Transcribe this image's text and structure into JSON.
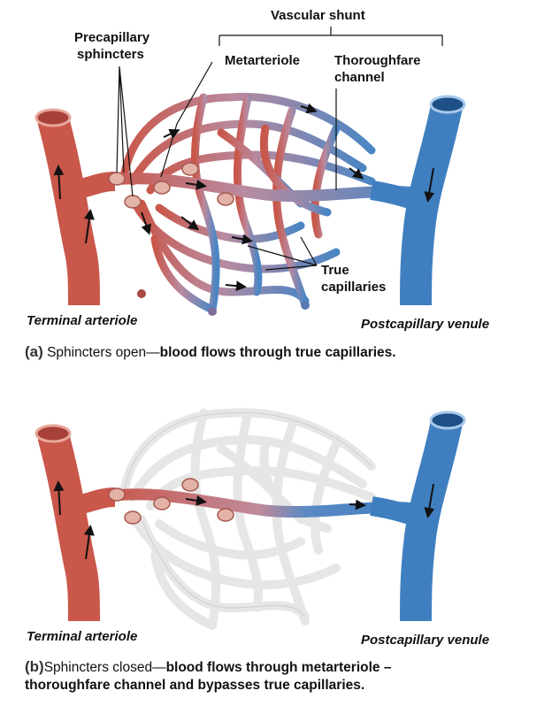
{
  "panel_a": {
    "labels": {
      "vascular_shunt": "Vascular shunt",
      "precapillary_line1": "Precapillary",
      "precapillary_line2": "sphincters",
      "metarteriole": "Metarteriole",
      "thoroughfare_line1": "Thoroughfare",
      "thoroughfare_line2": "channel",
      "true_cap_line1": "True",
      "true_cap_line2": "capillaries",
      "terminal_arteriole": "Terminal arteriole",
      "postcapillary_venule": "Postcapillary venule"
    },
    "caption": {
      "part": "(a)",
      "plain": " Sphincters open—",
      "bold": "blood flows through true capillaries."
    }
  },
  "panel_b": {
    "labels": {
      "terminal_arteriole": "Terminal arteriole",
      "postcapillary_venule": "Postcapillary venule"
    },
    "caption": {
      "part": "(b)",
      "plain": "Sphincters closed—",
      "bold_line1": "blood flows through metarteriole –",
      "bold_line2": "thoroughfare channel and bypasses true capillaries."
    }
  },
  "colors": {
    "arteriole": "#c9574a",
    "venule": "#3f7fc0",
    "closed_capillary": "#e6e6e6",
    "sphincter": "#e3b3a8"
  }
}
